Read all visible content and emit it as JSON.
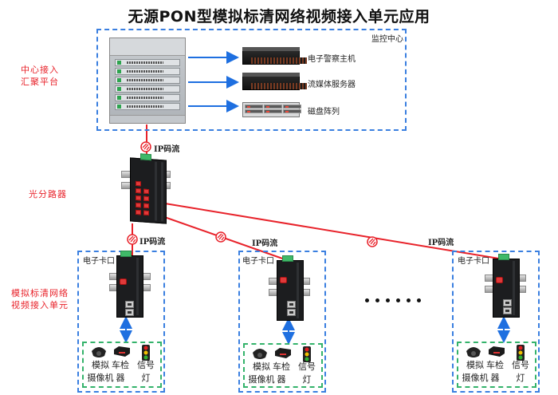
{
  "title": "无源PON型模拟标清网络视频接入单元应用",
  "side_labels": {
    "center": [
      "中心接入",
      "汇聚平台"
    ],
    "splitter": "光分路器",
    "unit": [
      "模拟标清网络",
      "视频接入单元"
    ]
  },
  "monitoring_center": {
    "label": "监控中心",
    "devices": [
      {
        "name": "电子警察主机",
        "icon": "rack-server-icon"
      },
      {
        "name": "流媒体服务器",
        "icon": "rack-server-icon"
      },
      {
        "name": "磁盘阵列",
        "icon": "disk-array-icon"
      }
    ]
  },
  "links": {
    "ip_stream_label": "IP码流",
    "link_icon": "fiber-link-icon"
  },
  "units": [
    {
      "label": "电子卡口",
      "peripherals": [
        [
          "模拟",
          "摄像机"
        ],
        [
          "车检",
          "器"
        ],
        [
          "信号",
          "灯"
        ]
      ]
    },
    {
      "label": "电子卡口",
      "peripherals": [
        [
          "模拟",
          "摄像机"
        ],
        [
          "车检",
          "器"
        ],
        [
          "信号",
          "灯"
        ]
      ]
    },
    {
      "label": "电子卡口",
      "peripherals": [
        [
          "模拟",
          "摄像机"
        ],
        [
          "车检",
          "器"
        ],
        [
          "信号",
          "灯"
        ]
      ]
    }
  ],
  "ellipsis": "……",
  "colors": {
    "fiber": "#e8222a",
    "arrow": "#1e6fe0",
    "center_box": "#3a7fe0",
    "peripheral_box": "#34b36b",
    "side_label": "#e8222a"
  }
}
